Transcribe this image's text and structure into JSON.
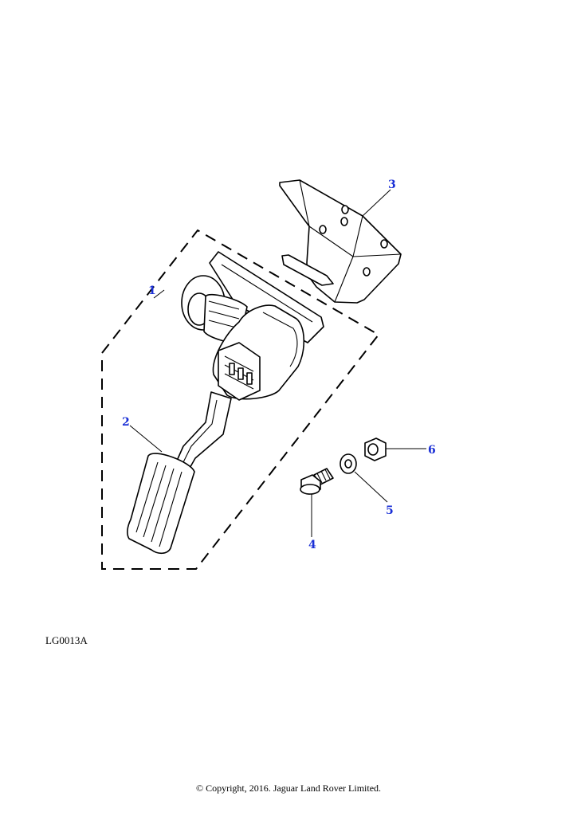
{
  "diagram": {
    "callouts": [
      "1",
      "2",
      "3",
      "4",
      "5",
      "6"
    ],
    "reference_code": "LG0013A",
    "copyright": "© Copyright, 2016. Jaguar Land Rover Limited."
  }
}
